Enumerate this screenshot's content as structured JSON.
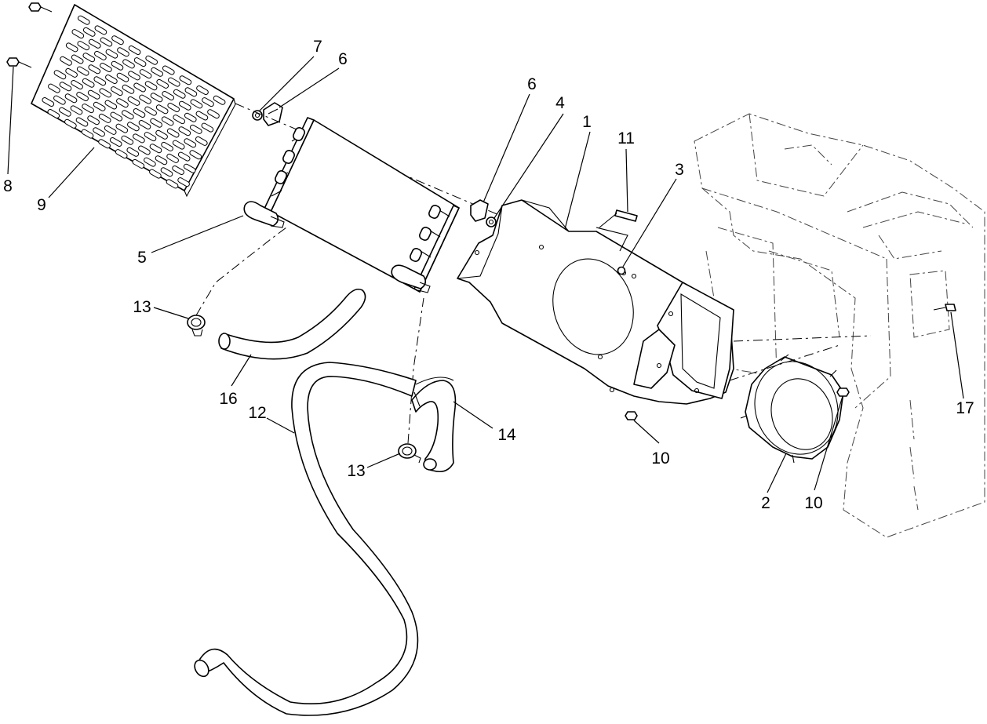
{
  "callouts": [
    {
      "id": "c1",
      "text": "1"
    },
    {
      "id": "c2",
      "text": "2"
    },
    {
      "id": "c3",
      "text": "3"
    },
    {
      "id": "c4",
      "text": "4"
    },
    {
      "id": "c5",
      "text": "5"
    },
    {
      "id": "c6a",
      "text": "6"
    },
    {
      "id": "c6b",
      "text": "6"
    },
    {
      "id": "c7",
      "text": "7"
    },
    {
      "id": "c8",
      "text": "8"
    },
    {
      "id": "c9",
      "text": "9"
    },
    {
      "id": "c10a",
      "text": "10"
    },
    {
      "id": "c10b",
      "text": "10"
    },
    {
      "id": "c11",
      "text": "11"
    },
    {
      "id": "c12",
      "text": "12"
    },
    {
      "id": "c13a",
      "text": "13"
    },
    {
      "id": "c13b",
      "text": "13"
    },
    {
      "id": "c14",
      "text": "14"
    },
    {
      "id": "c16",
      "text": "16"
    },
    {
      "id": "c17",
      "text": "17"
    }
  ]
}
